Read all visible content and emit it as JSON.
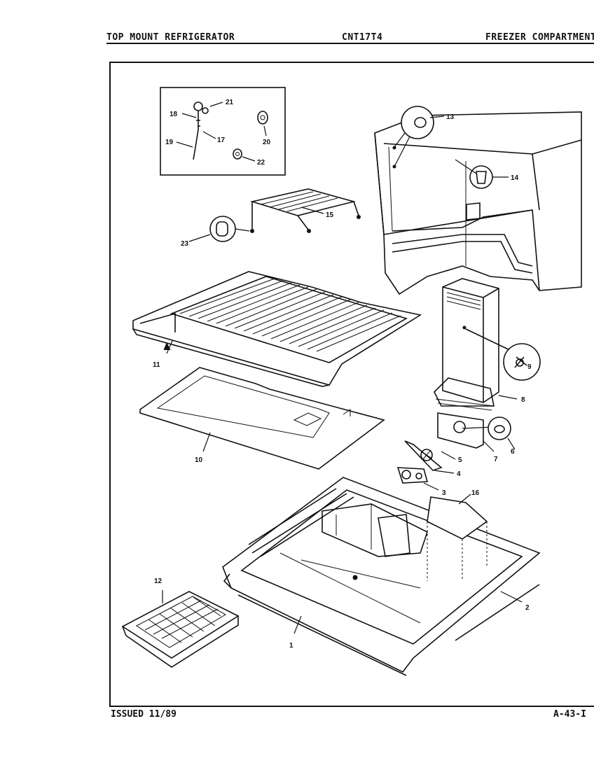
{
  "header": {
    "left": "TOP MOUNT REFRIGERATOR",
    "center": "CNT17T4",
    "right": "FREEZER COMPARTMENT"
  },
  "footer": {
    "issued": "ISSUED 11/89",
    "page": "A-43-I"
  },
  "callouts": {
    "c1": "1",
    "c2": "2",
    "c3": "3",
    "c4": "4",
    "c5": "5",
    "c6": "6",
    "c7": "7",
    "c8": "8",
    "c9": "9",
    "c10": "10",
    "c11": "11",
    "c12": "12",
    "c13": "13",
    "c14": "14",
    "c15": "15",
    "c16": "16",
    "c17": "17",
    "c18": "18",
    "c19": "19",
    "c20": "20",
    "c21": "21",
    "c22": "22",
    "c23": "23"
  }
}
